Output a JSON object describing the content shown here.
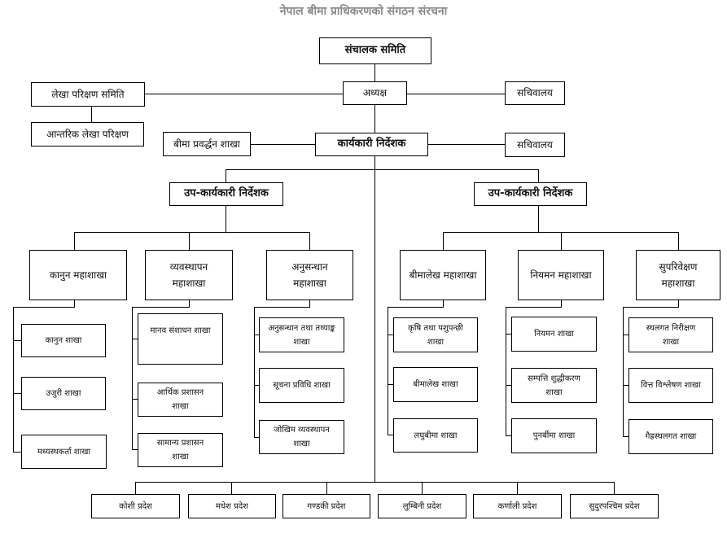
{
  "title": "नेपाल बीमा प्राधिकरणको संगठन संरचना",
  "nodes": {
    "board": "संचालक समिति",
    "chair": "अध्यक्ष",
    "audit_committee": "लेखा परिक्षण समिति",
    "internal_audit": "आन्तरिक लेखा परिक्षण",
    "secretariat_chair": "सचिवालय",
    "executive_director": "कार्यकारी निर्देशक",
    "insurance_promotion": "बीमा प्रवर्द्धन शाखा",
    "secretariat_ed": "सचिवालय",
    "deputy_ed_left": "उप-कार्यकारी निर्देशक",
    "deputy_ed_right": "उप-कार्यकारी निर्देशक"
  },
  "divisions": [
    {
      "name": "कानुन महाशाखा",
      "sections": [
        "कानुन शाखा",
        "उजुरी शाखा",
        "मध्यस्थकर्ता शाखा"
      ]
    },
    {
      "name": "व्यवस्थापन महाशाखा",
      "sections": [
        "मानव संशाधन शाखा",
        "आर्थिक प्रशासन शाखा",
        "सामान्य प्रशासन शाखा"
      ]
    },
    {
      "name": "अनुसन्धान महाशाखा",
      "sections": [
        "अनुसन्धान तथा तथ्याङ्क शाखा",
        "सूचना प्रविधि शाखा",
        "जोखिम व्यवस्थापन शाखा"
      ]
    },
    {
      "name": "बीमालेख महाशाखा",
      "sections": [
        "कृषि तथा पशुपन्छी शाखा",
        "बीमालेख शाखा",
        "लघुबीमा शाखा"
      ]
    },
    {
      "name": "नियमन महाशाखा",
      "sections": [
        "नियमन शाखा",
        "सम्पत्ति शुद्धीकरण शाखा",
        "पुनर्बीमा शाखा"
      ]
    },
    {
      "name": "सुपरिवेक्षण महाशाखा",
      "sections": [
        "स्थलगत निरीक्षण शाखा",
        "वित्त विश्लेषण शाखा",
        "गैह्रस्थलगत शाखा"
      ]
    }
  ],
  "provinces": [
    "कोशी प्रदेश",
    "मधेश प्रदेश",
    "गण्डकी प्रदेश",
    "लुम्बिनी प्रदेश",
    "कर्णाली प्रदेश",
    "सुदुरपश्चिम प्रदेश"
  ]
}
